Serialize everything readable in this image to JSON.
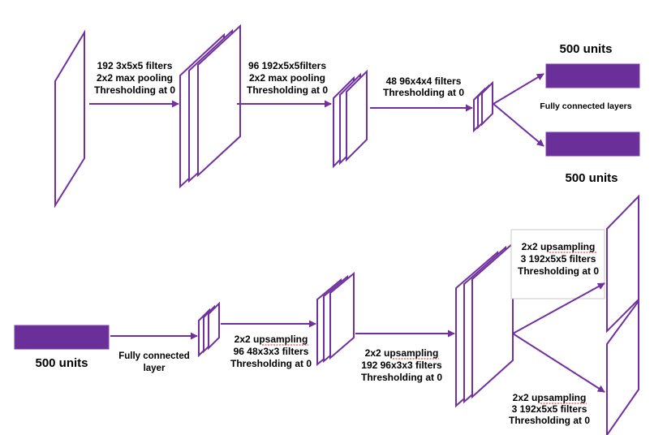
{
  "colors": {
    "stroke": "#7030a0",
    "fill": "#6a2f98",
    "text": "#000000"
  },
  "encoder": {
    "conv1": [
      "192 3x5x5 filters",
      "2x2 max pooling",
      "Thresholding at 0"
    ],
    "conv2": [
      "96 192x5x5filters",
      "2x2 max pooling",
      "Thresholding at 0"
    ],
    "conv3": [
      "48 96x4x4 filters",
      "Thresholding at 0"
    ],
    "units_top": "500 units",
    "units_bottom": "500 units",
    "fc_label": "Fully connected layers"
  },
  "decoder": {
    "units": "500 units",
    "fc": [
      "Fully connected",
      "layer"
    ],
    "up1": [
      "2x2 upsampling",
      "96 48x3x3 filters",
      "Thresholding at 0"
    ],
    "up2": [
      "2x2 upsampling",
      "192 96x3x3 filters",
      "Thresholding at 0"
    ],
    "up3a": [
      "2x2 upsampling",
      "3 192x5x5 filters",
      "Thresholding at 0"
    ],
    "up3b": [
      "2x2 upsampling",
      "3 192x5x5 filters",
      "Thresholding at 0"
    ]
  }
}
